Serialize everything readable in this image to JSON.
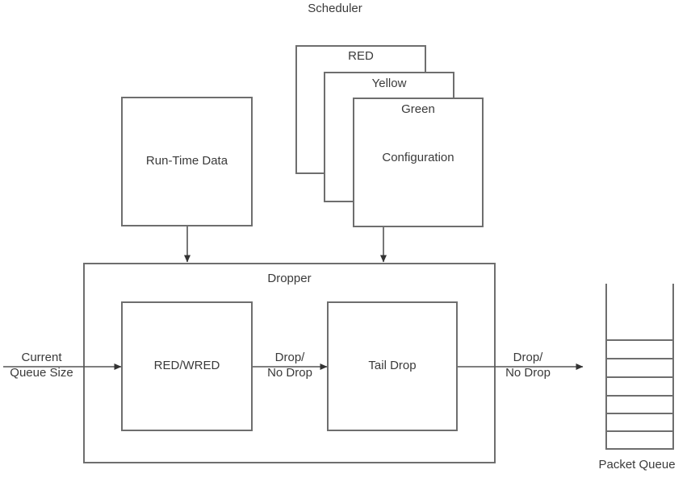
{
  "diagram": {
    "title": "Scheduler",
    "scheduler_stack": {
      "layers": [
        {
          "name": "RED",
          "label": "RED"
        },
        {
          "name": "Yellow",
          "label": "Yellow"
        },
        {
          "name": "Green",
          "label": "Green"
        }
      ],
      "front_body_label": "Configuration"
    },
    "runtime_box": {
      "label": "Run-Time Data"
    },
    "dropper": {
      "label": "Dropper",
      "stages": [
        {
          "key": "red_wred",
          "label": "RED/WRED"
        },
        {
          "key": "tail_drop",
          "label": "Tail Drop"
        }
      ]
    },
    "edges": {
      "input_label": "Current\nQueue Size",
      "mid_label": "Drop/\nNo Drop",
      "output_label": "Drop/\nNo Drop"
    },
    "packet_queue": {
      "label": "Packet Queue",
      "slot_count": 6
    },
    "colors": {
      "stroke": "#6e6e6e",
      "arrow": "#444444",
      "text": "#3a3a3a",
      "background": "#ffffff"
    }
  }
}
